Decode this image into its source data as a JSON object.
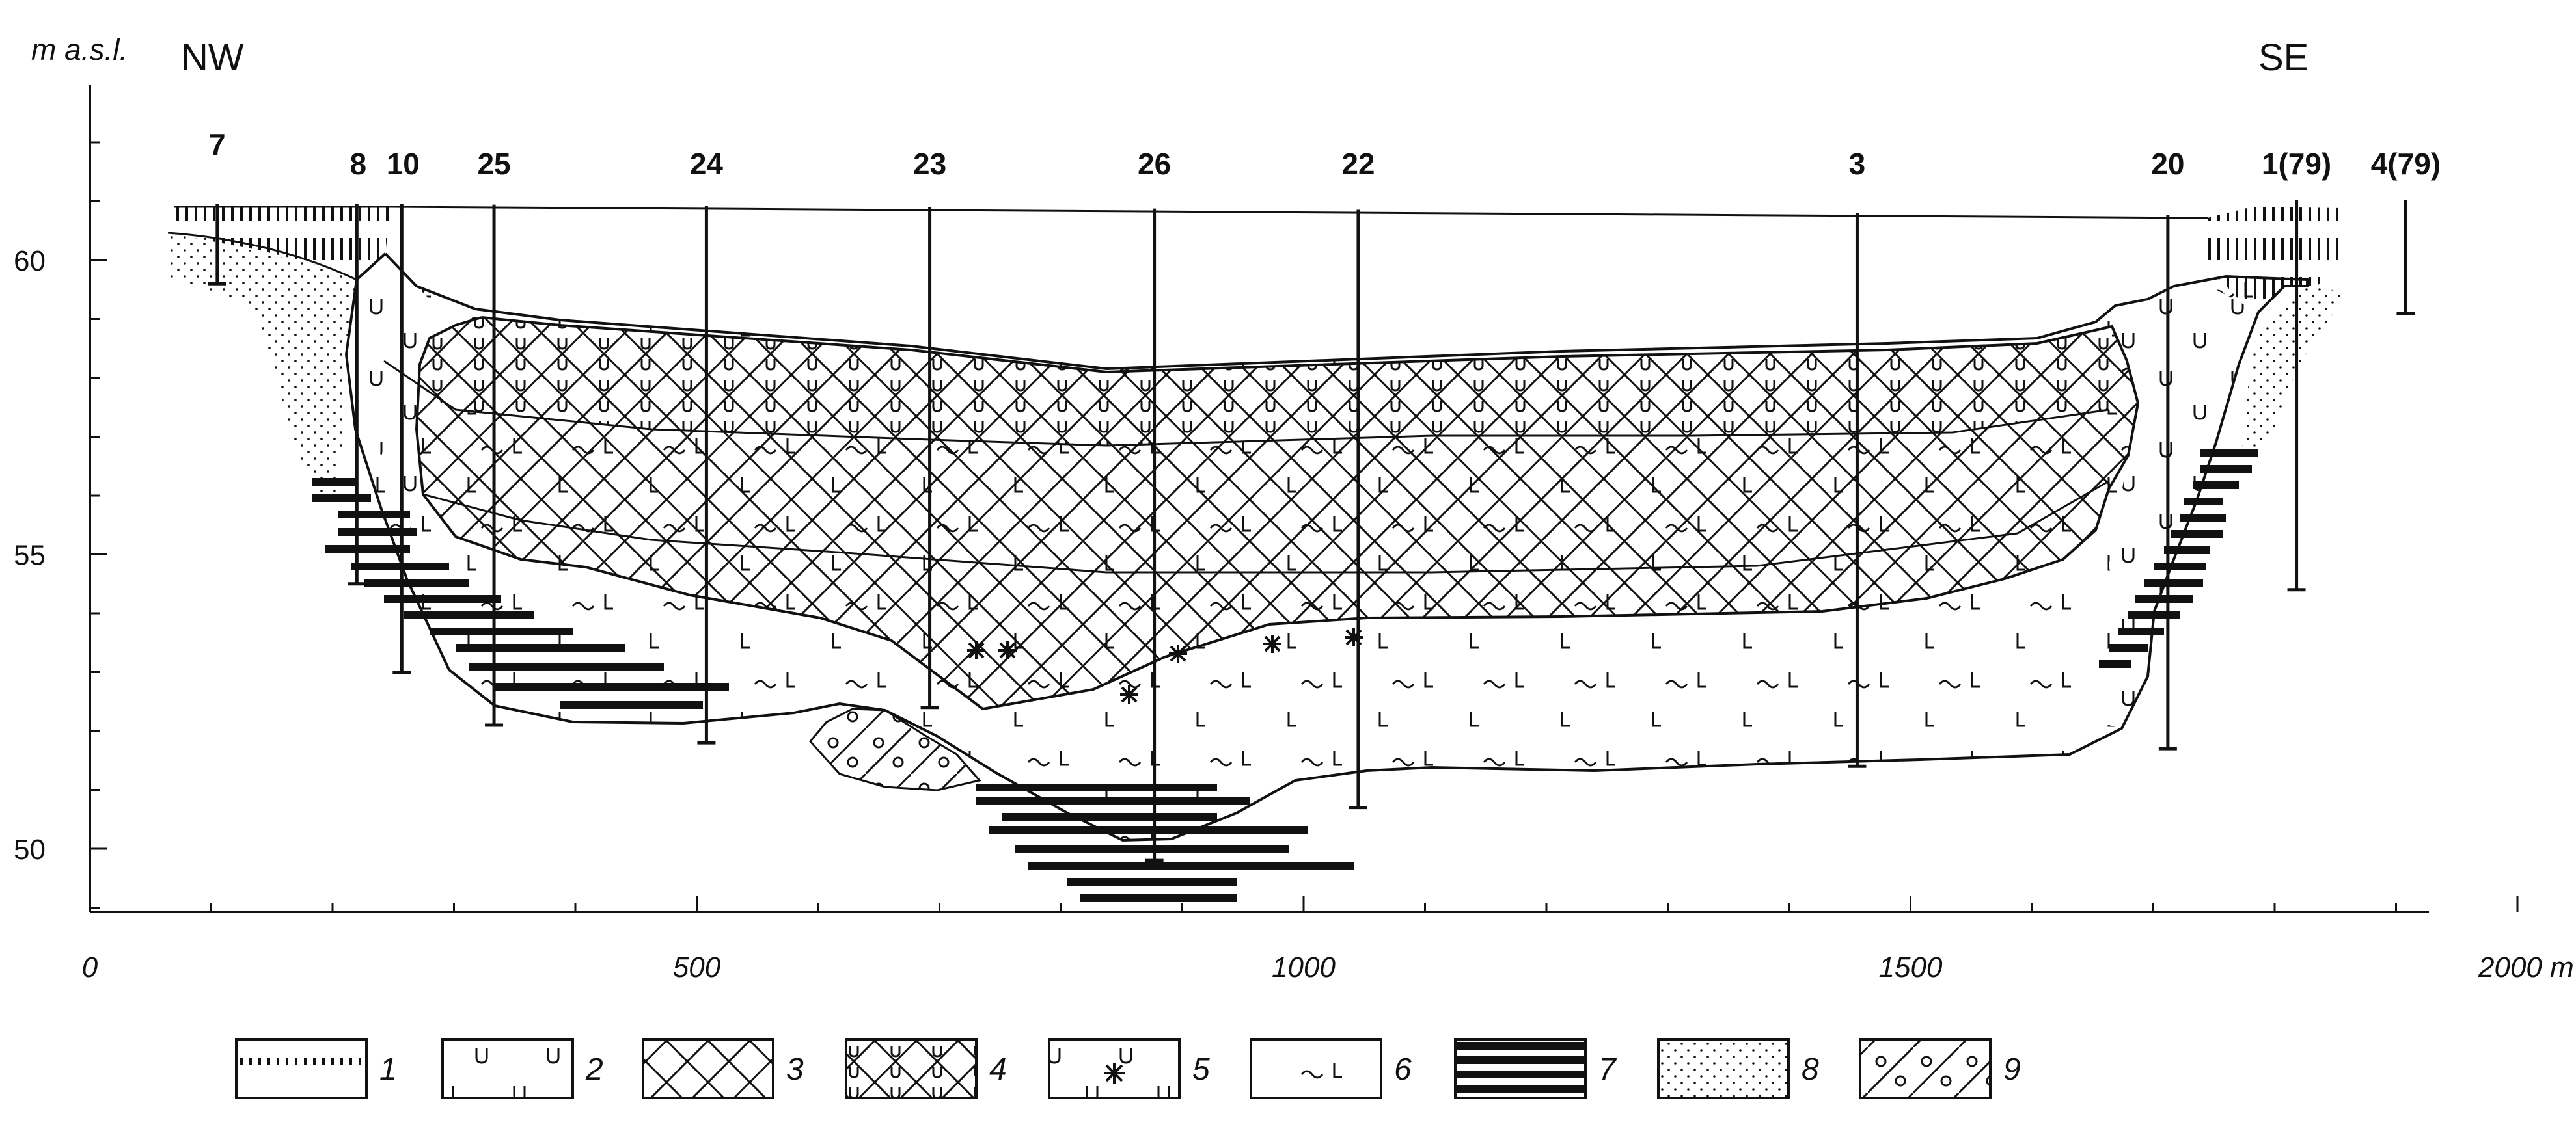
{
  "header": {
    "y_unit": "m a.s.l.",
    "left_direction": "NW",
    "right_direction": "SE"
  },
  "axes": {
    "y_ticks": [
      "60",
      "55",
      "50"
    ],
    "x_ticks": [
      "0",
      "500",
      "1000",
      "1500",
      "2000 m"
    ],
    "x_range_m": [
      0,
      2000
    ],
    "y_range_m": [
      49,
      63
    ]
  },
  "boreholes": [
    {
      "label": "7",
      "x_m": 105,
      "bottom_m": 59.6
    },
    {
      "label": "8",
      "x_m": 220,
      "bottom_m": 54.5
    },
    {
      "label": "10",
      "x_m": 257,
      "bottom_m": 53.0
    },
    {
      "label": "25",
      "x_m": 333,
      "bottom_m": 52.1
    },
    {
      "label": "24",
      "x_m": 508,
      "bottom_m": 51.8
    },
    {
      "label": "23",
      "x_m": 692,
      "bottom_m": 52.4
    },
    {
      "label": "26",
      "x_m": 877,
      "bottom_m": 49.8
    },
    {
      "label": "22",
      "x_m": 1045,
      "bottom_m": 50.7
    },
    {
      "label": "3",
      "x_m": 1456,
      "bottom_m": 51.4
    },
    {
      "label": "20",
      "x_m": 1712,
      "bottom_m": 51.7
    },
    {
      "label": "1(79)",
      "x_m": 1818,
      "bottom_m": 54.4
    },
    {
      "label": "4(79)",
      "x_m": 1908,
      "bottom_m": 59.1
    }
  ],
  "legend": [
    {
      "num": "1",
      "pattern": "vertical-hatch"
    },
    {
      "num": "2",
      "pattern": "u-symbols"
    },
    {
      "num": "3",
      "pattern": "cross-hatch"
    },
    {
      "num": "4",
      "pattern": "cross-hatch-with-u"
    },
    {
      "num": "5",
      "pattern": "u-with-star"
    },
    {
      "num": "6",
      "pattern": "l-and-tilde"
    },
    {
      "num": "7",
      "pattern": "thick-horizontal-bands"
    },
    {
      "num": "8",
      "pattern": "dotted"
    },
    {
      "num": "9",
      "pattern": "diagonal-with-circles"
    }
  ],
  "colors": {
    "ink": "#111111",
    "paper": "#ffffff"
  }
}
